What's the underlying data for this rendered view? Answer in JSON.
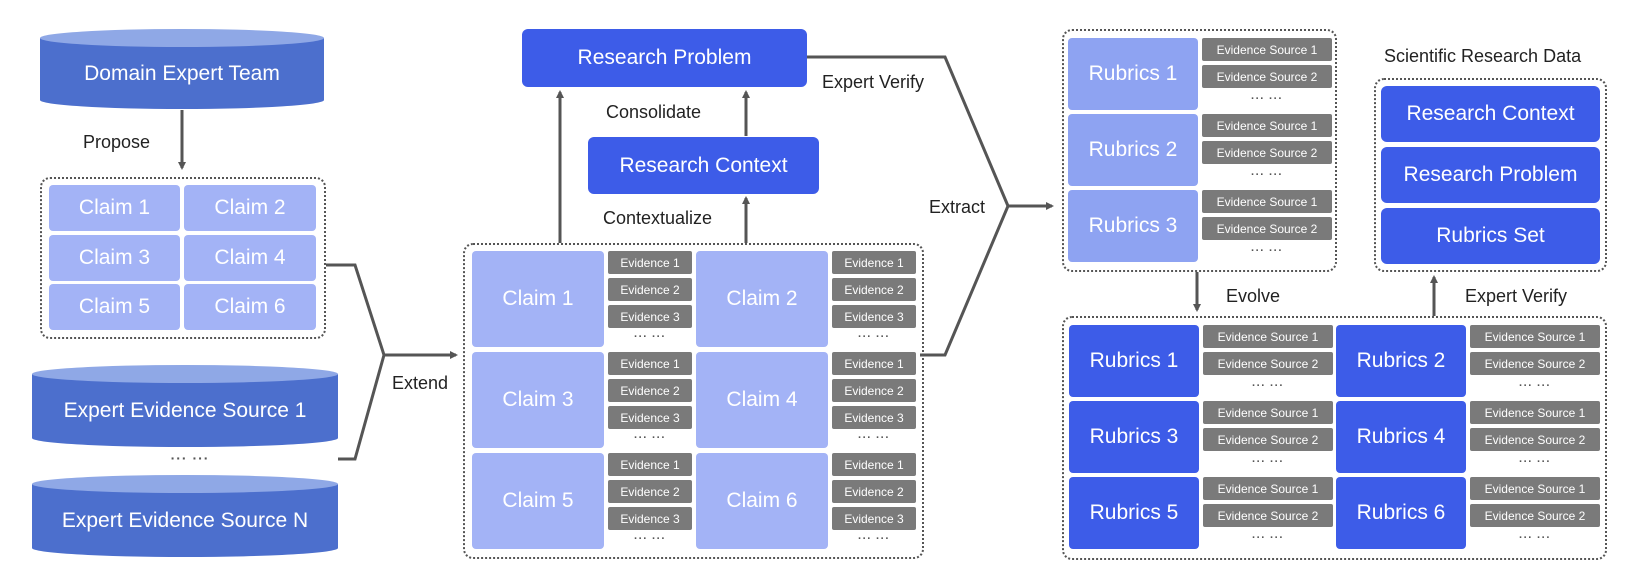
{
  "left": {
    "team": "Domain Expert Team",
    "propose": "Propose",
    "claims": [
      "Claim 1",
      "Claim 2",
      "Claim 3",
      "Claim 4",
      "Claim 5",
      "Claim 6"
    ],
    "source1": "Expert Evidence Source 1",
    "ellipsis": "··· ···",
    "sourceN": "Expert Evidence Source N",
    "extend": "Extend"
  },
  "middle": {
    "research_problem": "Research Problem",
    "consolidate": "Consolidate",
    "research_context": "Research Context",
    "contextualize": "Contextualize",
    "expert_verify": "Expert Verify",
    "extract": "Extract",
    "claims": [
      "Claim 1",
      "Claim 2",
      "Claim 3",
      "Claim 4",
      "Claim 5",
      "Claim 6"
    ],
    "evidence": [
      "Evidence 1",
      "Evidence 2",
      "Evidence 3"
    ],
    "ellipsis": "··· ···"
  },
  "right": {
    "rubrics_top": [
      "Rubrics 1",
      "Rubrics 2",
      "Rubrics 3"
    ],
    "sources": [
      "Evidence Source 1",
      "Evidence Source 2"
    ],
    "ellipsis": "··· ···",
    "evolve": "Evolve",
    "expert_verify": "Expert Verify",
    "data_title": "Scientific Research Data",
    "data_items": [
      "Research Context",
      "Research Problem",
      "Rubrics Set"
    ],
    "rubrics_bottom": [
      "Rubrics 1",
      "Rubrics 2",
      "Rubrics 3",
      "Rubrics 4",
      "Rubrics 5",
      "Rubrics 6"
    ]
  },
  "colors": {
    "primary_blue": "#3d5ce8",
    "cylinder_blue": "#4c6fcd",
    "claim_lavender": "#a3b3f6",
    "rubric_lavender": "#8ea3f2",
    "evidence_gray": "#7a7a7a",
    "arrow_gray": "#555555"
  }
}
